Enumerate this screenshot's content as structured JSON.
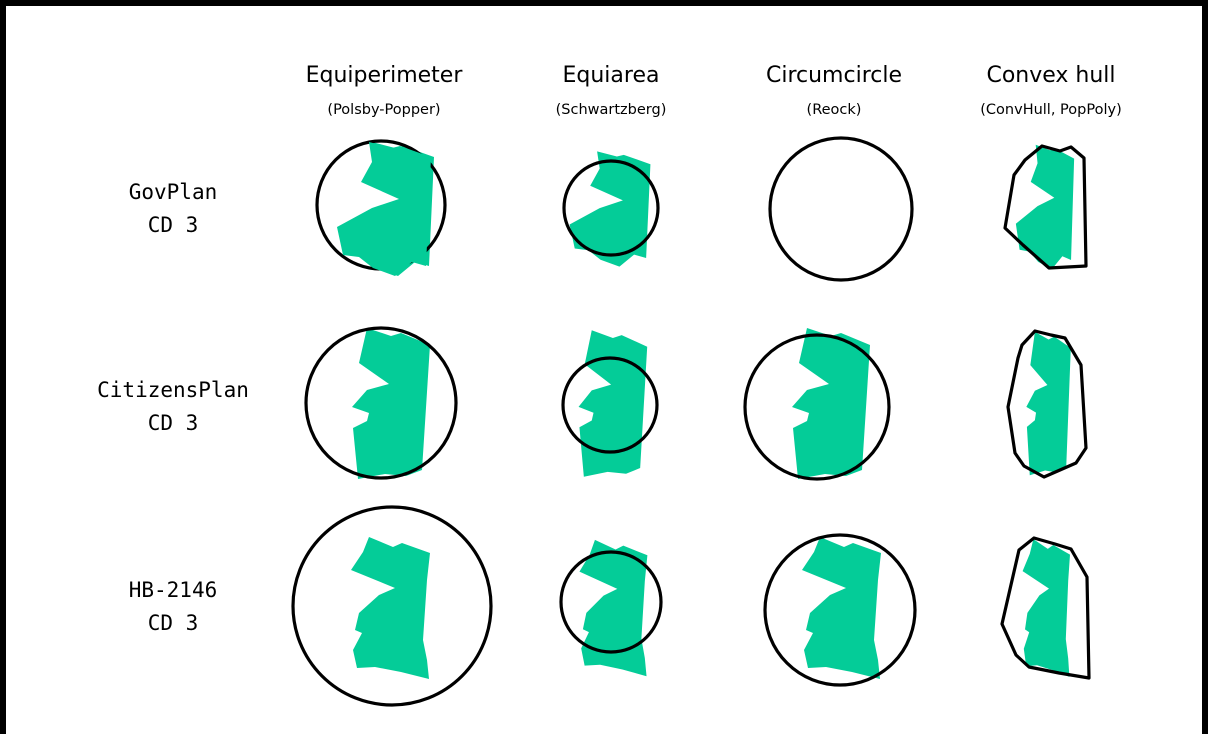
{
  "colors": {
    "district_fill": "#04cc98",
    "outline": "#000000",
    "frame": "#000000"
  },
  "columns": [
    {
      "title": "Equiperimeter",
      "subtitle": "(Polsby-Popper)"
    },
    {
      "title": "Equiarea",
      "subtitle": "(Schwartzberg)"
    },
    {
      "title": "Circumcircle",
      "subtitle": "(Reock)"
    },
    {
      "title": "Convex hull",
      "subtitle": "(ConvHull, PopPoly)"
    }
  ],
  "rows": [
    {
      "line1": "GovPlan",
      "line2": "CD 3"
    },
    {
      "line1": "CitizensPlan",
      "line2": "CD 3"
    },
    {
      "line1": "HB-2146",
      "line2": "CD 3"
    }
  ]
}
